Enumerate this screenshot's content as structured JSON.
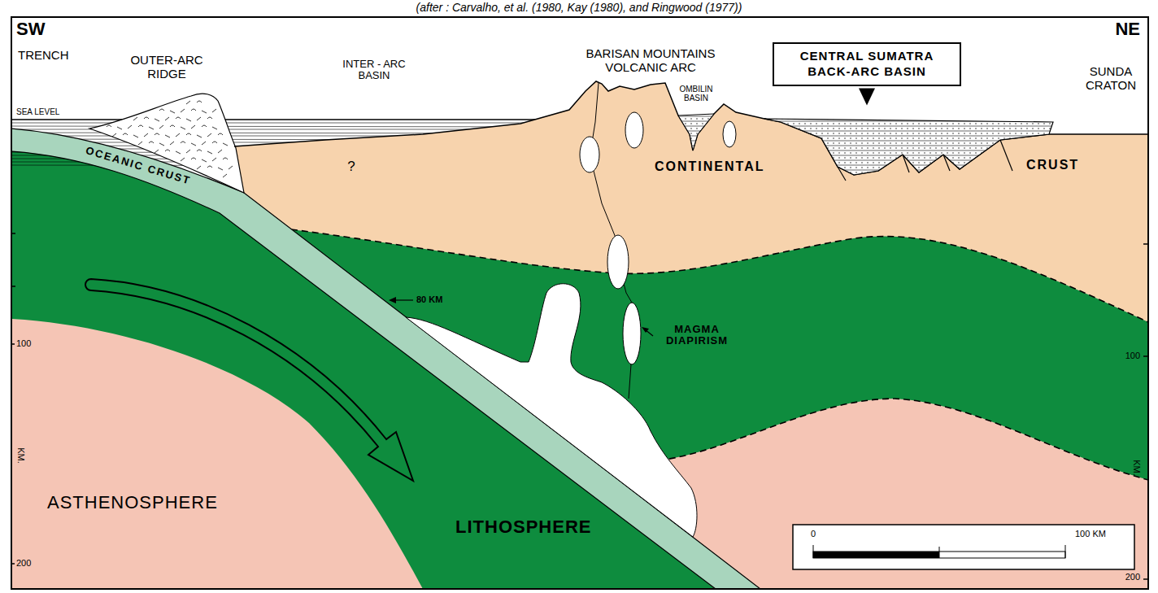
{
  "diagram": {
    "title": "(after : Carvalho, et al. (1980, Kay (1980), and Ringwood (1977))",
    "nodes": [
      {
        "text": [
          "CENTRAL SUMATRA BACK-ARC BASIN"
        ]
      }
    ],
    "labels": [
      "SW",
      "TRENCH",
      "OUTER-ARC RIDGE",
      "INTER - ARC BASIN",
      "BARISAN MOUNTAINS VOLCANIC ARC",
      "OMBILIN BASIN",
      "NE",
      "SUNDA CRATON",
      "SEA LEVEL",
      "OCEANIC CRUST",
      "?",
      "CONTINENTAL",
      "CRUST",
      "80 KM",
      "MAGMA DIAPIRISM",
      "100",
      "KM.",
      "200",
      "100",
      "KM.",
      "200",
      "ASTHENOSPHERE",
      "LITHOSPHERE",
      "0",
      "100 KM"
    ]
  }
}
